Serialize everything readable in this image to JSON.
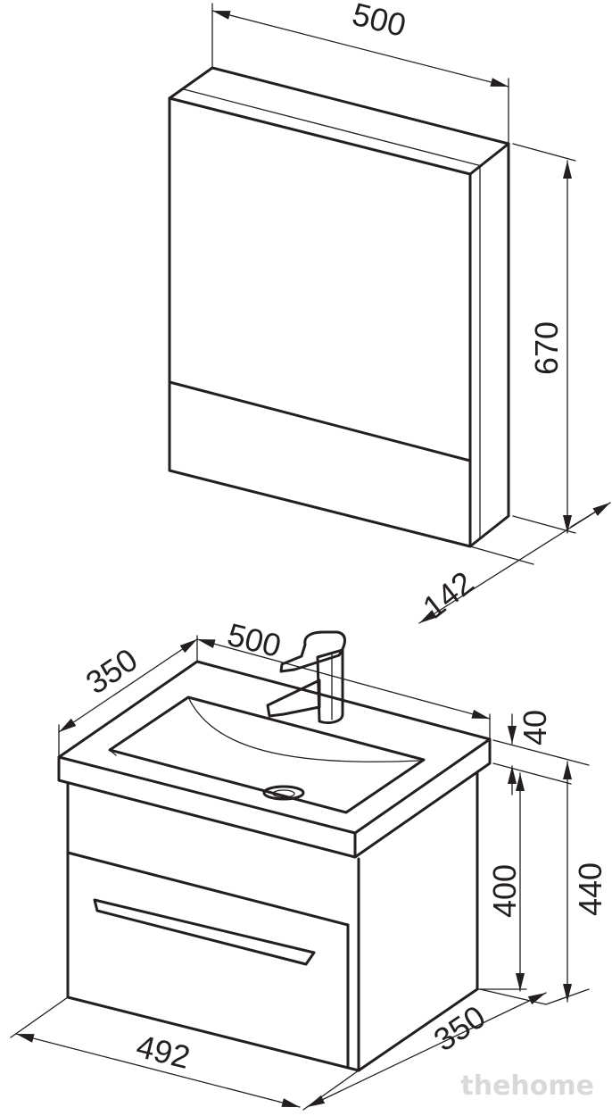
{
  "mirror_cabinet": {
    "width_label": "500",
    "height_label": "670",
    "depth_label": "142"
  },
  "vanity": {
    "basin_width_label": "500",
    "basin_depth_label": "350",
    "basin_thickness_label": "40",
    "body_height_label": "400",
    "total_height_label": "440",
    "body_width_label": "492",
    "body_depth_label": "350"
  },
  "watermark": "thehome",
  "colors": {
    "line": "#231f20",
    "background": "#ffffff",
    "watermark": "#d9d9d9"
  }
}
